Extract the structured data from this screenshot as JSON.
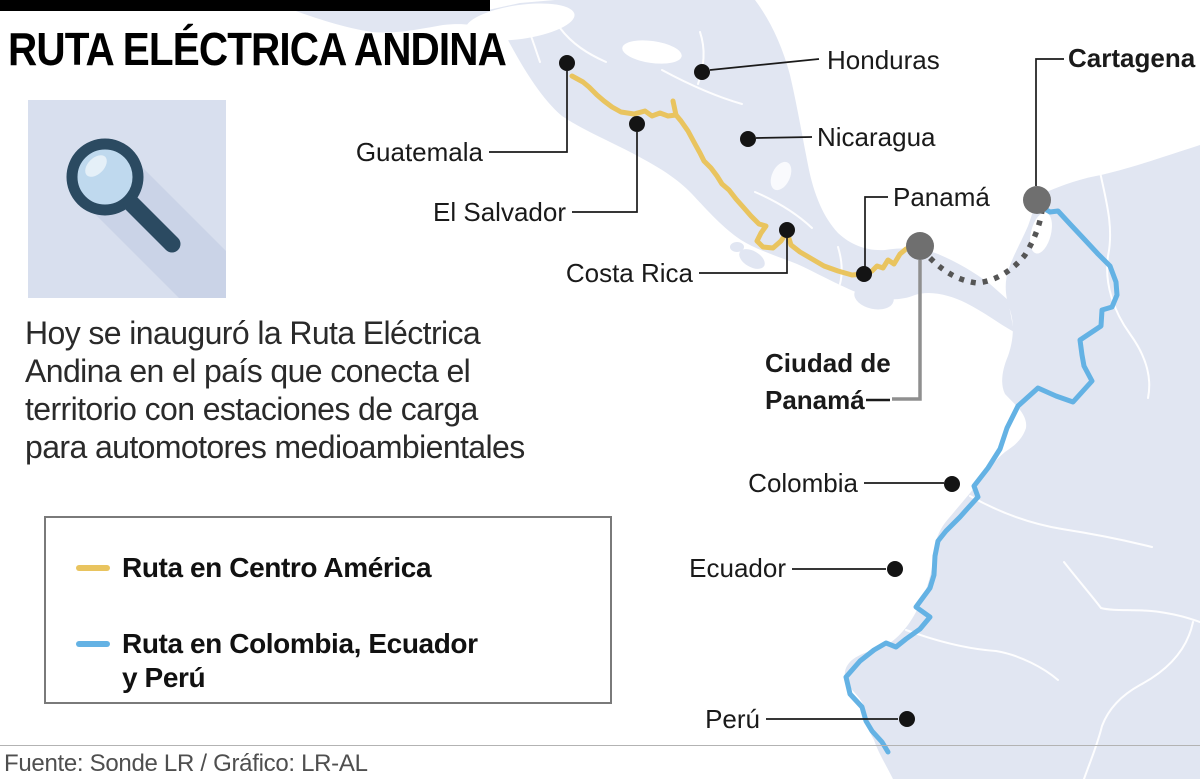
{
  "header": {
    "title": "RUTA ELÉCTRICA ANDINA"
  },
  "icon": {
    "name": "magnifier-icon",
    "tile_color": "#d8dfee",
    "glass_color": "#2b4a61",
    "lens_color": "#bfd9ee"
  },
  "intro": {
    "lines": [
      "Hoy se inauguró la Ruta Eléctrica",
      "Andina en el país que conecta el",
      "territorio con estaciones de carga",
      "para automotores medioambientales"
    ]
  },
  "legend": {
    "items": [
      {
        "label": "Ruta en Centro América",
        "label2": "",
        "color": "#e9c45f"
      },
      {
        "label": "Ruta en Colombia, Ecuador",
        "label2": "y Perú",
        "color": "#64b2e4"
      }
    ]
  },
  "map": {
    "country_labels": {
      "guatemala": "Guatemala",
      "honduras": "Honduras",
      "el_salvador": "El Salvador",
      "nicaragua": "Nicaragua",
      "costa_rica": "Costa Rica",
      "panama": "Panamá",
      "colombia": "Colombia",
      "ecuador": "Ecuador",
      "peru": "Perú"
    },
    "city_labels": {
      "cartagena": "Cartagena",
      "ciudad_de_panama_line1": "Ciudad de",
      "ciudad_de_panama_line2": "Panamá"
    },
    "colors": {
      "land": "#e1e6f2",
      "route_centro_america": "#e9c45f",
      "route_sur": "#64b2e4",
      "country_marker": "#141414",
      "city_marker": "#6f6f6f",
      "ferry_dotted": "#555555"
    }
  },
  "footer": {
    "source": "Fuente: Sonde LR / Gráfico: LR-AL"
  }
}
